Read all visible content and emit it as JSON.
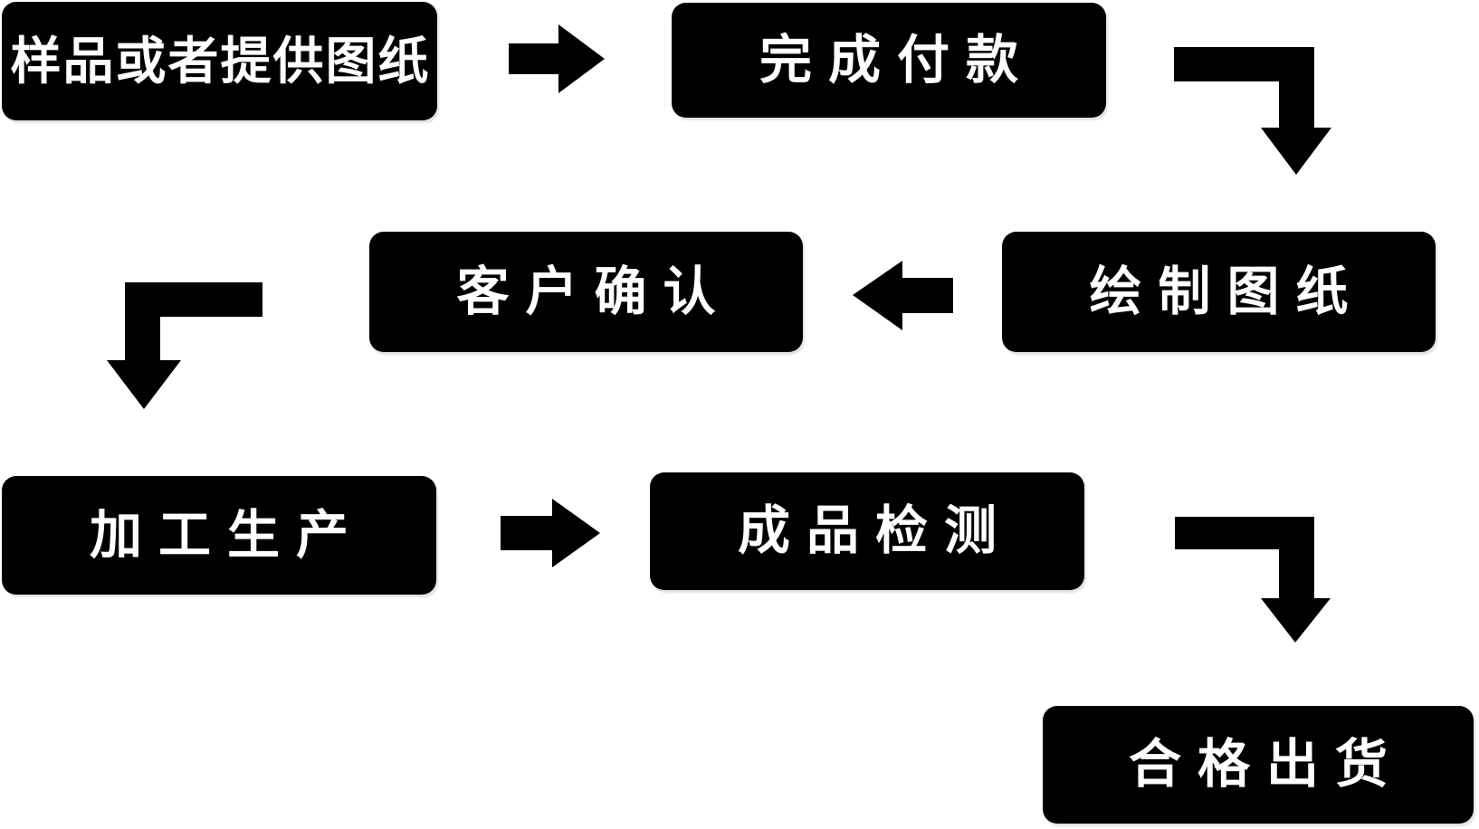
{
  "diagram": {
    "type": "flowchart",
    "background_color": "#ffffff",
    "node_fill_color": "#000000",
    "node_text_color": "#ffffff",
    "arrow_color": "#000000"
  },
  "nodes": [
    {
      "id": "node-1",
      "label": "样品或者提供图纸"
    },
    {
      "id": "node-2",
      "label": "完成付款"
    },
    {
      "id": "node-3",
      "label": "绘制图纸"
    },
    {
      "id": "node-4",
      "label": "客户确认"
    },
    {
      "id": "node-5",
      "label": "加工生产"
    },
    {
      "id": "node-6",
      "label": "成品检测"
    },
    {
      "id": "node-7",
      "label": "合格出货"
    }
  ],
  "connections": [
    {
      "from": "样品或者提供图纸",
      "to": "完成付款",
      "shape": "straight-right"
    },
    {
      "from": "完成付款",
      "to": "绘制图纸",
      "shape": "elbow-right-then-down"
    },
    {
      "from": "绘制图纸",
      "to": "客户确认",
      "shape": "straight-left"
    },
    {
      "from": "客户确认",
      "to": "加工生产",
      "shape": "elbow-left-then-down"
    },
    {
      "from": "加工生产",
      "to": "成品检测",
      "shape": "straight-right"
    },
    {
      "from": "成品检测",
      "to": "合格出货",
      "shape": "elbow-right-then-down"
    }
  ]
}
